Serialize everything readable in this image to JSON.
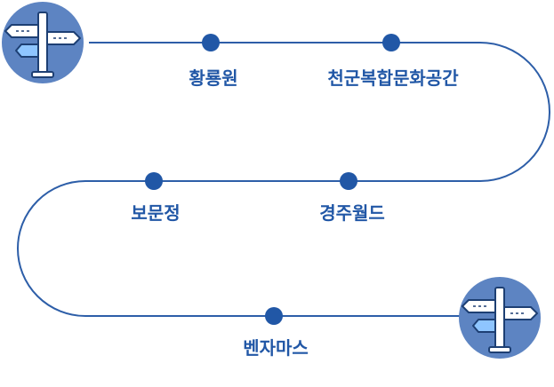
{
  "colors": {
    "path": "#2d5ea8",
    "dot": "#2157a6",
    "label": "#2157a6",
    "badge": "#5d84c2",
    "sign_post": "#ffffff",
    "sign_outline": "#1d3f73",
    "sign_blue": "#8ec5ff"
  },
  "icons": {
    "start": "signpost-icon",
    "end": "signpost-icon"
  },
  "stops": [
    {
      "label": "황룡원"
    },
    {
      "label": "천군복합문화공간"
    },
    {
      "label": "경주월드"
    },
    {
      "label": "보문정"
    },
    {
      "label": "벤자마스"
    }
  ]
}
